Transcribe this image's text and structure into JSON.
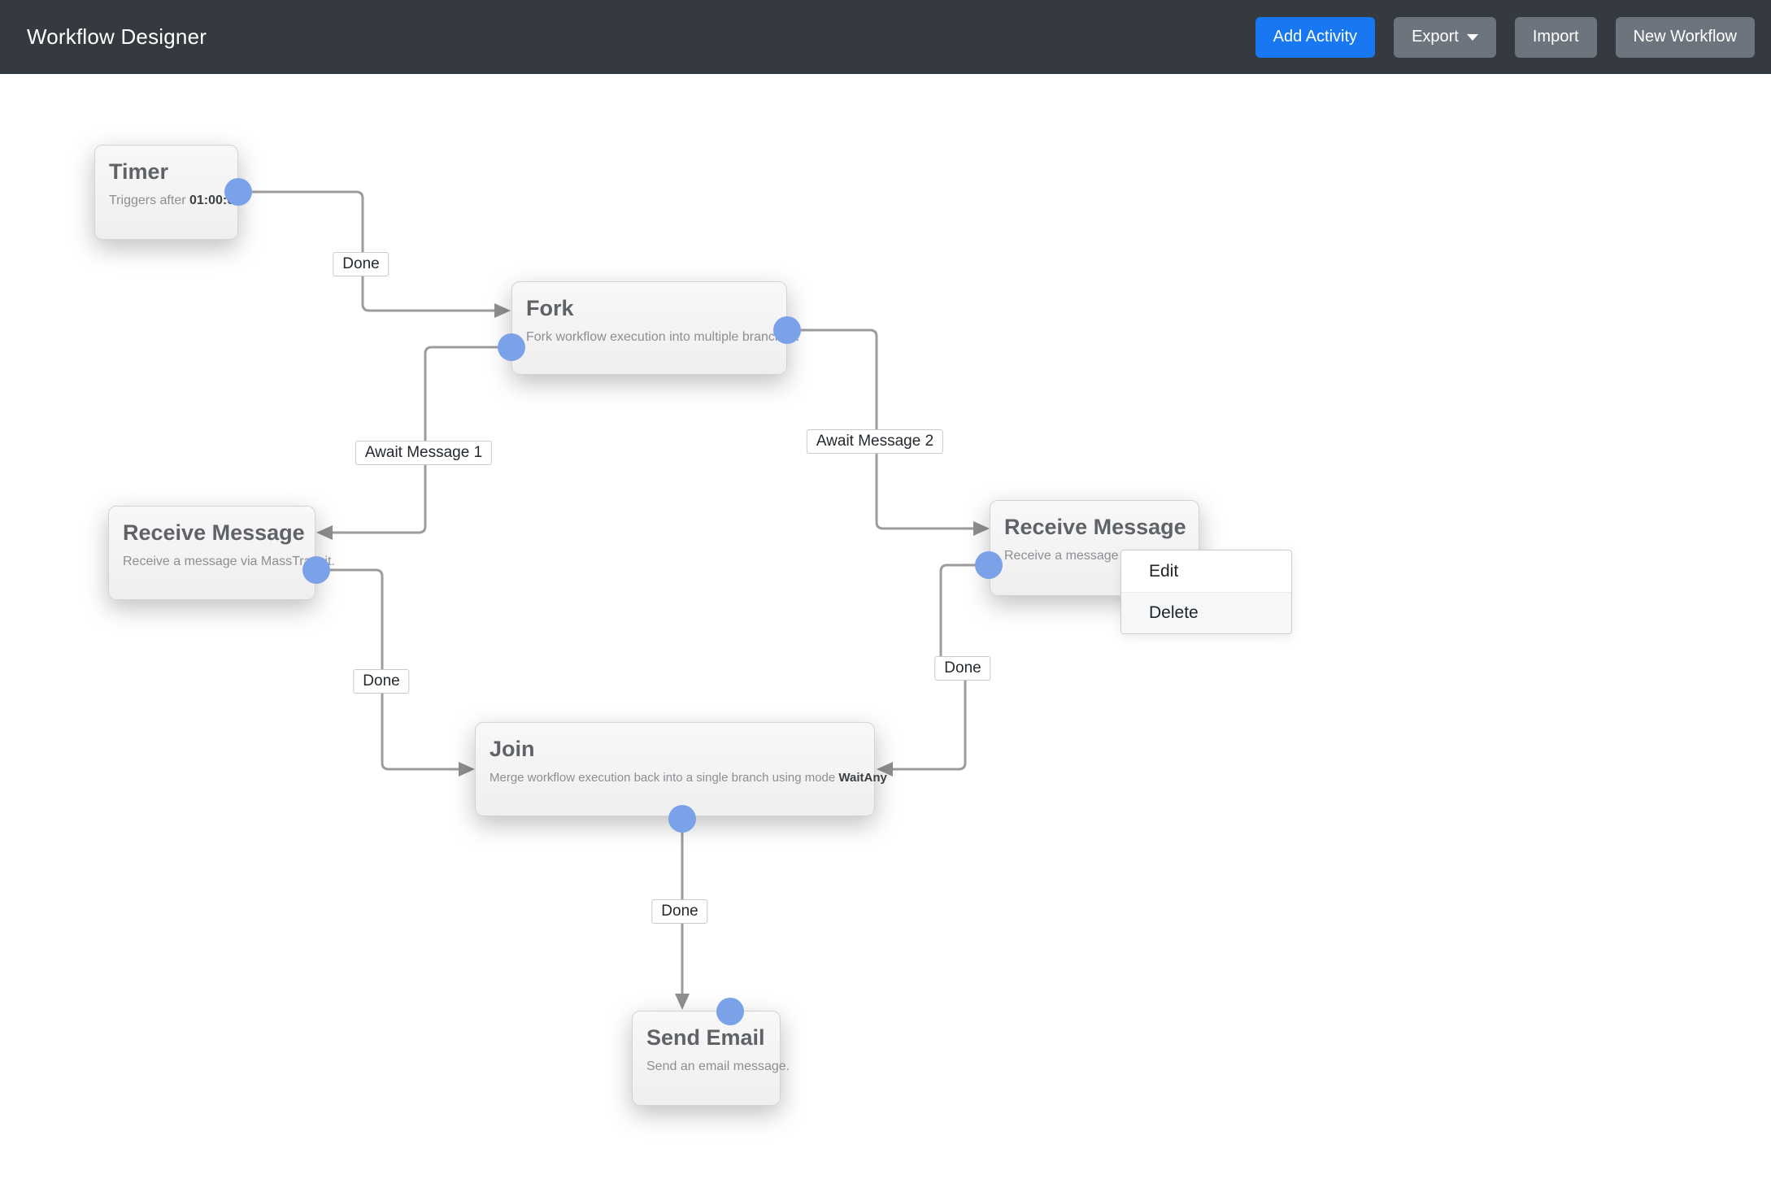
{
  "app": {
    "title": "Workflow Designer"
  },
  "toolbar": {
    "add_activity": "Add Activity",
    "export": "Export",
    "import": "Import",
    "new_workflow": "New Workflow"
  },
  "colors": {
    "navbar_bg": "#343a40",
    "primary_button": "#1778f2",
    "secondary_button": "#6c757d",
    "port": "#7ba2e9",
    "edge": "#9c9c9c",
    "node_title": "#5f6368",
    "node_desc": "#8b8f93"
  },
  "nodes": {
    "timer": {
      "title": "Timer",
      "desc_pre": "Triggers after ",
      "desc_strong": "01:00:00",
      "desc_post": ""
    },
    "fork": {
      "title": "Fork",
      "desc_pre": "Fork workflow execution into multiple branches.",
      "desc_strong": "",
      "desc_post": ""
    },
    "receive_left": {
      "title": "Receive Message",
      "desc_pre": "Receive a message via MassTransit.",
      "desc_strong": "",
      "desc_post": ""
    },
    "receive_right": {
      "title": "Receive Message",
      "desc_pre": "Receive a message via MassTransit.",
      "desc_strong": "",
      "desc_post": ""
    },
    "join": {
      "title": "Join",
      "desc_pre": "Merge workflow execution back into a single branch using mode ",
      "desc_strong": "WaitAny",
      "desc_post": ""
    },
    "send_email": {
      "title": "Send Email",
      "desc_pre": "Send an email message.",
      "desc_strong": "",
      "desc_post": ""
    }
  },
  "edge_labels": {
    "timer_done": "Done",
    "await_message_1": "Await Message 1",
    "await_message_2": "Await Message 2",
    "receive_left_done": "Done",
    "receive_right_done": "Done",
    "join_done": "Done"
  },
  "context_menu": {
    "edit": "Edit",
    "delete": "Delete"
  }
}
